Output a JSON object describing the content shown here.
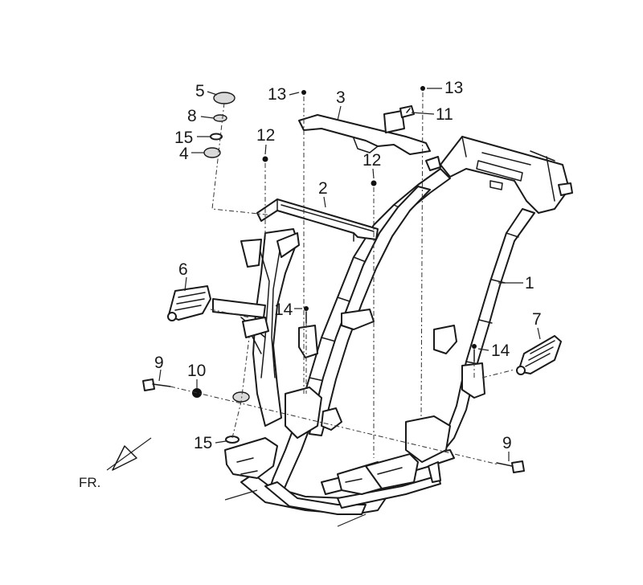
{
  "callouts": {
    "c1": "1",
    "c2": "2",
    "c3": "3",
    "c4": "4",
    "c5": "5",
    "c6": "6",
    "c7": "7",
    "c8": "8",
    "c9a": "9",
    "c9b": "9",
    "c10": "10",
    "c11": "11",
    "c12a": "12",
    "c12b": "12",
    "c13a": "13",
    "c13b": "13",
    "c14a": "14",
    "c14b": "14",
    "c15a": "15",
    "c15b": "15"
  },
  "direction_label": "FR.",
  "colors": {
    "line": "#1a1a1a",
    "background": "#ffffff",
    "shade": "#d9d9d9"
  }
}
